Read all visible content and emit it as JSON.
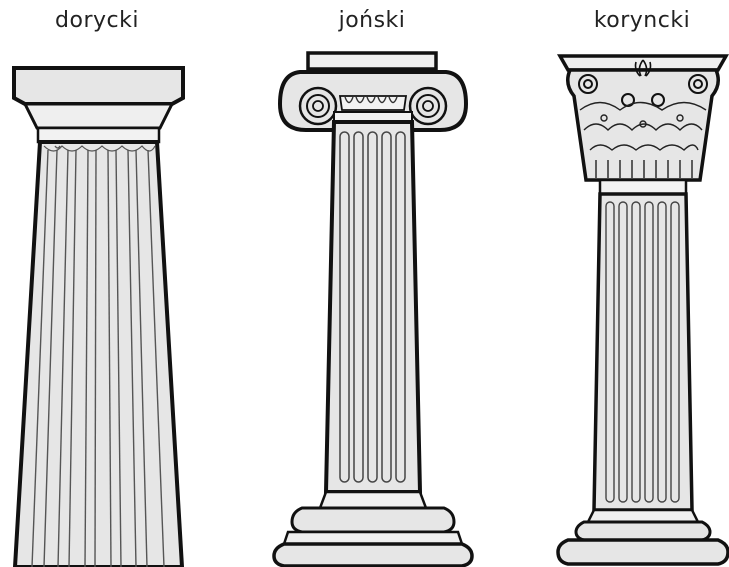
{
  "columns": [
    {
      "id": "doric",
      "label": "dorycki"
    },
    {
      "id": "ionic",
      "label": "joński"
    },
    {
      "id": "corinthian",
      "label": "koryncki"
    }
  ],
  "colors": {
    "fill": "#e6e6e6",
    "fill_light": "#f2f2f2",
    "stroke": "#111111",
    "flute_line": "#444444"
  }
}
